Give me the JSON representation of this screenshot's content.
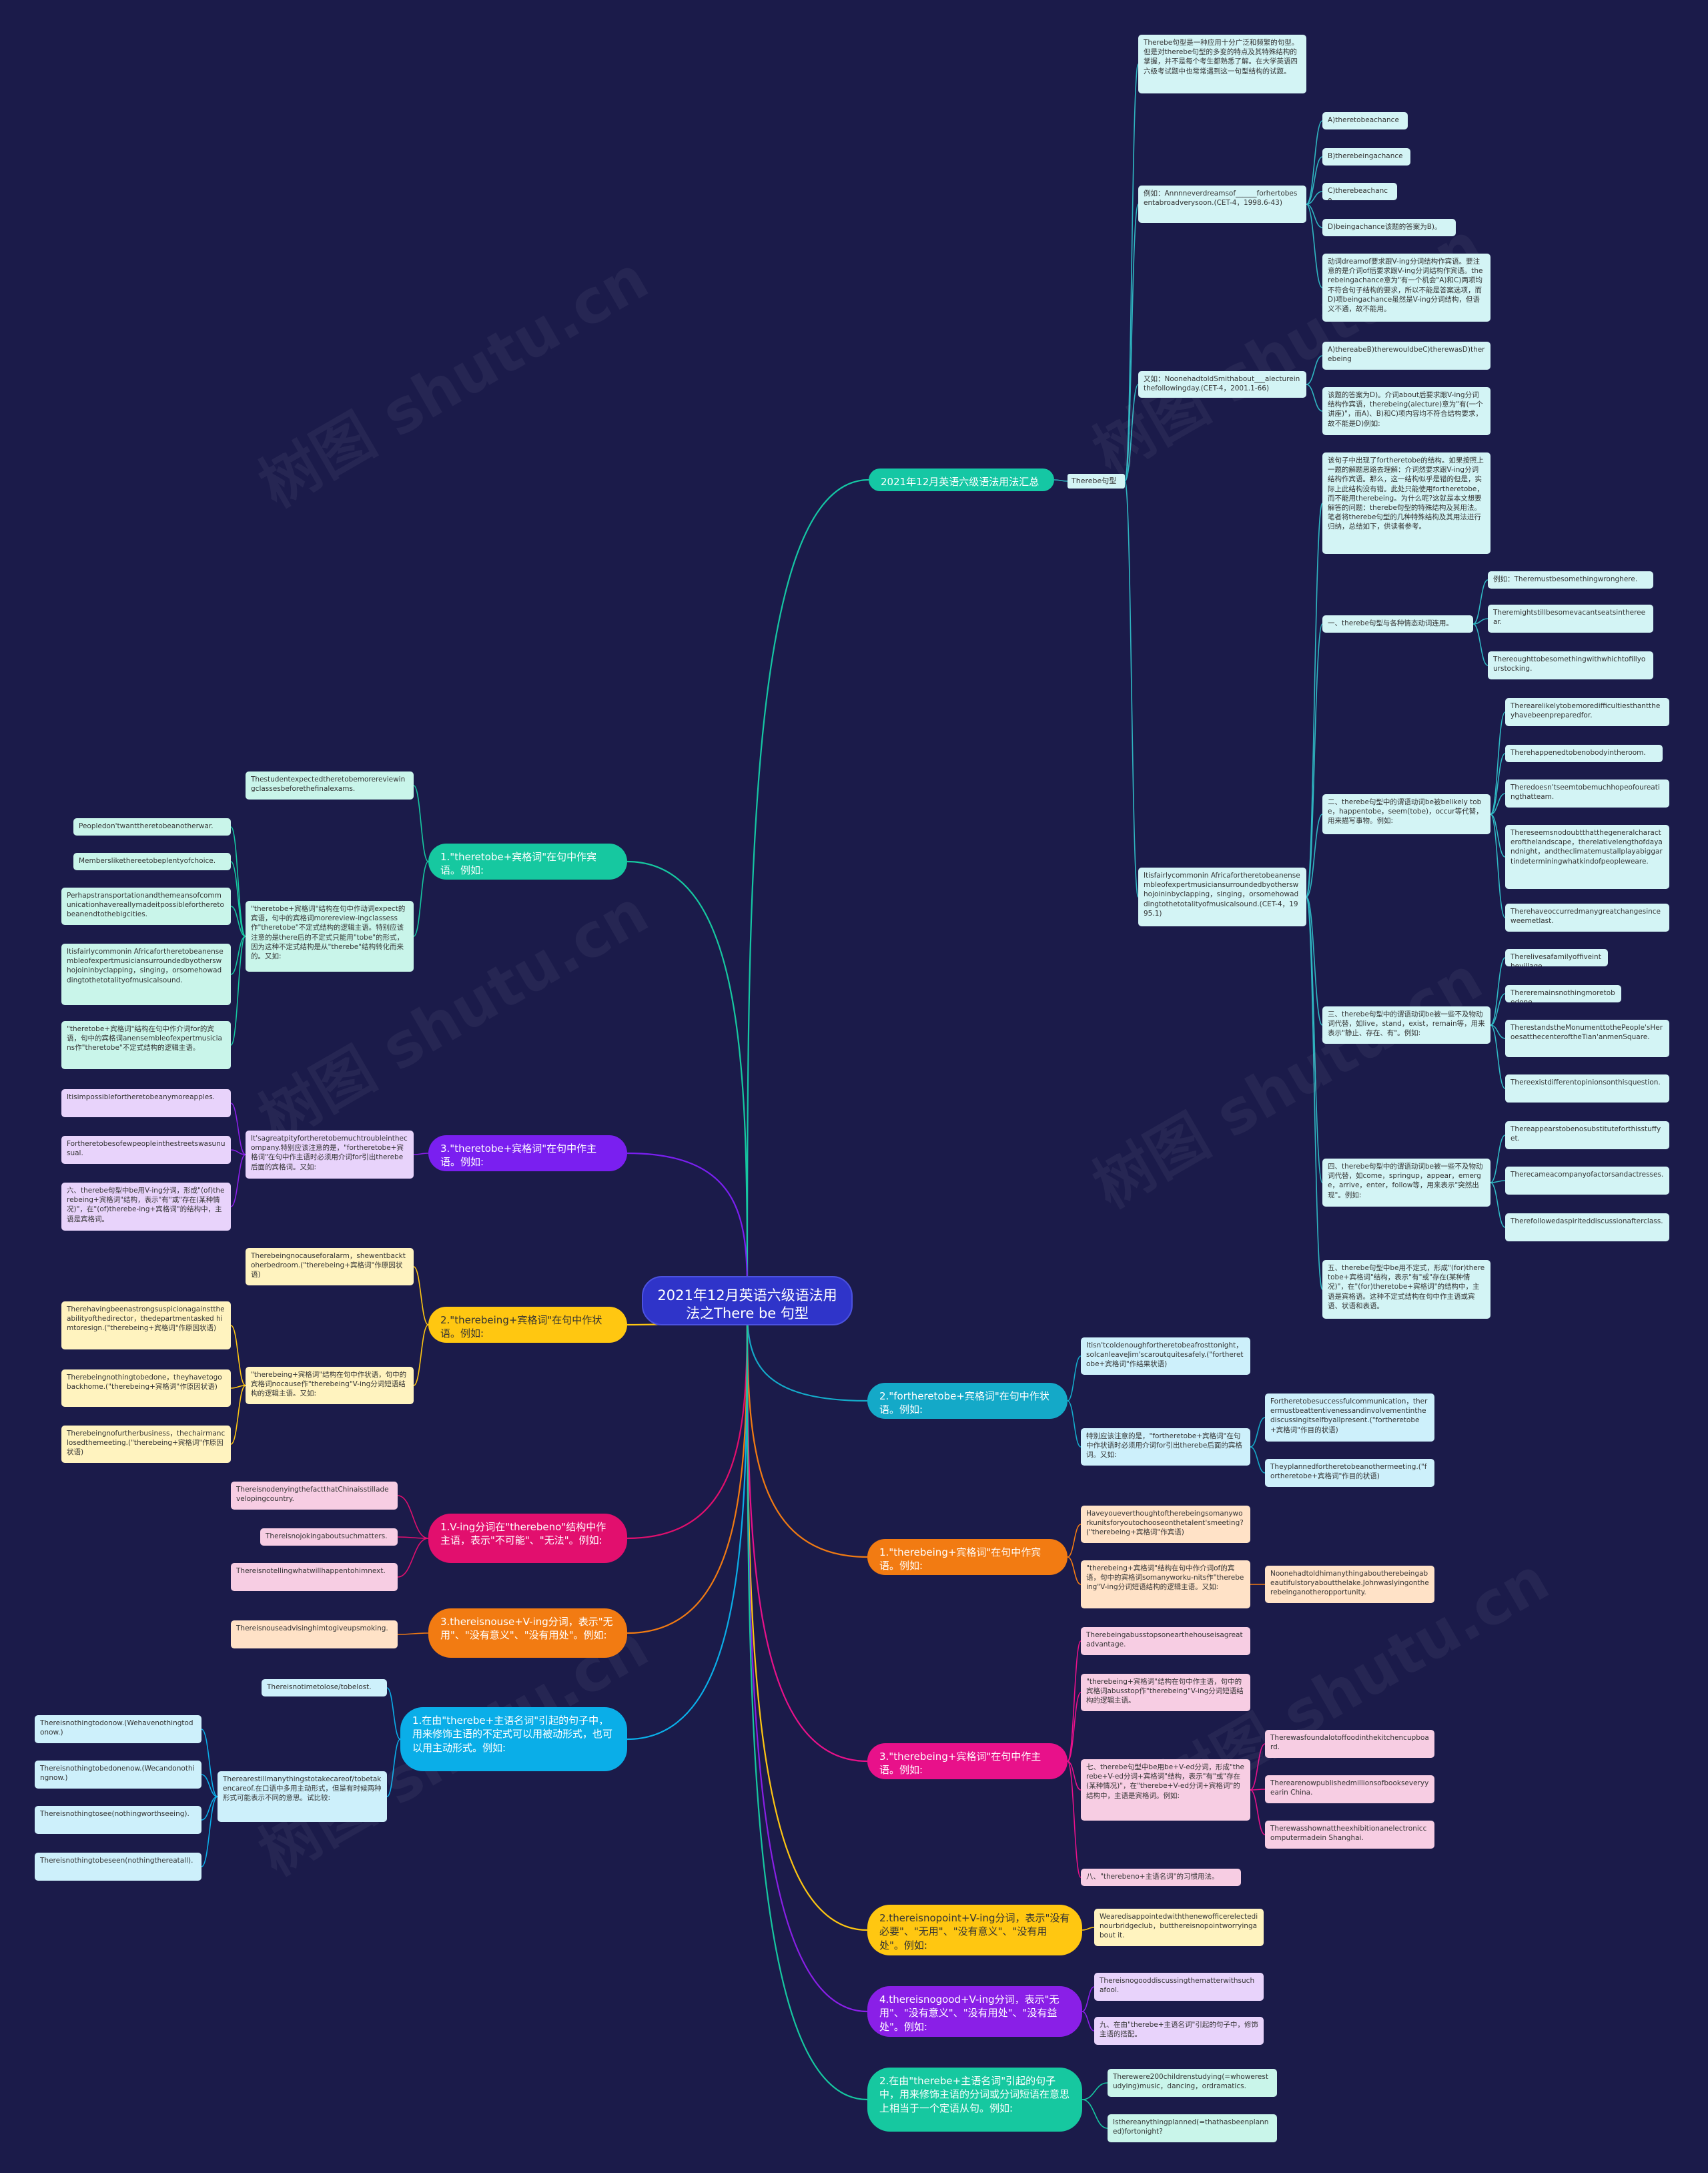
{
  "root": {
    "label": "2021年12月英语六级语法用法之There be 句型"
  },
  "watermark": "树图 shutu.cn",
  "colors": {
    "background": "#1b1b4a",
    "root": "#2f34c9"
  },
  "branches": {
    "summary": "2021年12月英语六级语法用法汇总",
    "tb_object": "1.\"theretobe+宾格词\"在句中作宾语。例如:",
    "tb_subject": "3.\"theretobe+宾格词\"在句中作主语。例如:",
    "being_adverbial": "2.\"therebeing+宾格词\"在句中作状语。例如:",
    "ving_no": "1.V-ing分词在\"therebeno\"结构中作主语，表示\"不可能\"、\"无法\"。例如:",
    "no_use": "3.thereisnouse+V-ing分词，表示\"无用\"、\"没有意义\"、\"没有用处\"。例如:",
    "inf_modifier": "1.在由\"therebe+主语名词\"引起的句子中，用来修饰主语的不定式可以用被动形式，也可以用主动形式。例如:",
    "for_adverbial": "2.\"fortheretobe+宾格词\"在句中作状语。例如:",
    "being_object": "1.\"therebeing+宾格词\"在句中作宾语。例如:",
    "being_subject": "3.\"therebeing+宾格词\"在句中作主语。例如:",
    "no_point": "2.thereisnopoint+V-ing分词，表示\"没有必要\"、\"无用\"、\"没有意义\"、\"没有用处\"。例如:",
    "no_good": "4.thereisnogood+V-ing分词，表示\"无用\"、\"没有意义\"、\"没有用处\"、\"没有益处\"。例如:",
    "participle": "2.在由\"therebe+主语名词\"引起的句子中，用来修饰主语的分词或分词短语在意思上相当于一个定语从句。例如:"
  },
  "summary_nodes": {
    "tag": "Therebe句型",
    "intro": "Therebe句型是一种应用十分广泛和频繁的句型。但是对therebe句型的多变的特点及其特殊结构的掌握，并不是每个考生都熟悉了解。在大学英语四六级考试题中也常常遇到这一句型结构的试题。",
    "ex1": "例如：Annnneverdreamsof______forhertobesentabroadverysoon.(CET-4，1998.6-43)",
    "ex1_a": "A)theretobeachance",
    "ex1_b": "B)therebeingachance",
    "ex1_c": "C)therebeachance",
    "ex1_d": "D)beingachance该题的答案为B)。",
    "ex1_expl": "动词dreamof要求跟V-ing分词结构作宾语。要注意的是介词of后要求跟V-ing分词结构作宾语。therebeingachance意为\"有一个机会\"A)和C)两项均不符合句子结构的要求，所以不能是答案选项，而D)项beingachance虽然是V-ing分词结构，但语义不通，故不能用。",
    "ex2": "又如：NoonehadtoldSmithabout___alectureinthefollowingday.(CET-4，2001.1-66)",
    "ex2_opts": "A)thereabeB)therewouldbeC)therewasD)therebeing",
    "ex2_expl": "该题的答案为D)。介词about后要求跟V-ing分词结构作宾语，therebeing(alecture)意为\"有(一个讲座)\"，而A)、B)和C)项内容均不符合结构要求，故不能是D)例如:",
    "ex3_intro": "该句子中出现了fortheretobe的结构。如果按照上一题的解题思路去理解：介词然要求跟V-ing分词结构作宾语。那么，这一结构似乎是错的但是，实际上此结构没有错。此处只能使用fortheretobe，而不能用therebeing。为什么呢?这就是本文想要解答的问题：therebe句型的特殊结构及其用法。笔者将therebe句型的几种特殊结构及其用法进行归纳，总结如下，供读者参考。",
    "ex3": "Itisfairlycommonin Africafortheretobeanensembleofexpertmusiciansurroundedbyotherswhojoininbyclapping，singing，orsomehowaddingtothetotalityofmusicalsound.(CET-4，1995.1)",
    "s1": "一、therebe句型与各种情态动词连用。",
    "s1_a": "例如：Theremustbesomethingwronghere.",
    "s1_b": "Theremightstillbesomevacantseatsinthereear.",
    "s1_c": "Thereoughttobesomethingwithwhichtofillyourstocking.",
    "s2": "二、therebe句型中的谓语动词be被belikely tobe，happentobe，seem(tobe)，occur等代替，用来描写事物。例如:",
    "s2_a": "Therearelikelytobemoredifficultiesthanttheyhavebeenpreparedfor.",
    "s2_b": "Therehappenedtobenobodyintheroom.",
    "s2_c": "Theredoesn'tseemtobemuchhopeofoureatingthatteam.",
    "s2_d": "Thereseemsnodoubtthatthegeneralcharacterofthelandscape，therelativelengthofdayandnight，andtheclimatemustallplayabiggartindeterminingwhatkindofpeopleweare.",
    "s2_e": "Therehaveoccurredmanygreatchangesinceweemetlast.",
    "s3": "三、therebe句型中的谓语动词be被一些不及物动词代替，如live，stand，exist，remain等，用来表示\"静止、存在、有\"。例如:",
    "s3_a": "Therelivesafamilyoffiveinthevillage.",
    "s3_b": "Thereremainsnothingmoretobedone.",
    "s3_c": "TherestandstheMonumenttothePeople'sHeroesatthecenteroftheTian'anmenSquare.",
    "s3_d": "Thereexistdifferentopinionsonthisquestion.",
    "s4": "四、therebe句型中的谓语动词be被一些不及物动词代替，如come，springup，appear，emerge，arrive，enter，follow等，用来表示\"突然出现\"。例如:",
    "s4_a": "Thereappearstobenosubstituteforthisstuffyet.",
    "s4_b": "Therecameacompanyofactorsandactresses.",
    "s4_c": "Therefollowedaspiriteddiscussionafterclass.",
    "s5": "五、therebe句型中be用不定式，形成\"(for)theretobe+宾格词\"结构，表示\"有\"或\"存在(某种情况)\"，在\"(for)theretobe+宾格词\"的结构中，主语是宾格语。这种不定式结构在句中作主语或宾语、状语和表语。"
  },
  "tb_object_nodes": {
    "a": "Thestudentexpectedtheretobemorereviewingclassesbeforethefinalexams.",
    "expl": "\"theretobe+宾格词\"结构在句中作动词expect的宾语，句中的宾格词morereview-ingclassess作\"theretobe\"不定式结构的逻辑主语。特别应该注意的是there后的不定式只能用\"tobe\"的形式，因为这种不定式结构是从\"therebe\"结构转化而来的。又如:",
    "b": "Peopledon'twanttheretobeanotherwar.",
    "c": "Memberslikethereetobeplentyofchoice.",
    "d": "Perhapstransportationandthemeansofcommunicationhavereallymadeitpossiblefortheretobeanendtothebigcities.",
    "e": "Itisfairlycommonin Africafortheretobeanensembleofexpertmusiciansurroundedbyotherswhojoininbyclapping，singing，orsomehowaddingtothetotalityofmusicalsound.",
    "f": "\"theretobe+宾格词\"结构在句中作介词for的宾语，句中的宾格词anensembleofexpertmusicians作\"theretobe\"不定式结构的逻辑主语。"
  },
  "tb_subject_nodes": {
    "expl": "It'sagreatpityfortheretobemuchtroubleinthecompany.特别应该注意的是，\"fortheretobe+宾格词\"在句中作主语时必须用介词for引出therebe后面的宾格词。又如:",
    "a": "Itisimpossiblefortheretobeanymoreapples.",
    "b": "Fortheretobesofewpeopleinthestreetswasunusual.",
    "c": "六、therebe句型中be用V-ing分词，形成\"(of)therebeing+宾格词\"结构，表示\"有\"或\"存在(某种情况)\"，在\"(of)therebe-ing+宾格词\"的结构中，主语是宾格词。"
  },
  "being_adverbial_nodes": {
    "a": "Therebeingnocauseforalarm，shewentbacktoherbedroom.(\"therebeing+宾格词\"作原因状语)",
    "expl": "\"therebeing+宾格词\"结构在句中作状语，句中的宾格词nocause作\"therebeing\"V-ing分词短语结构的逻辑主语。又如:",
    "b": "Therehavingbeenastrongsuspicionagainsttheabilityofthedirector，thedepartmentasked himtoresign.(\"therebeing+宾格词\"作原因状语)",
    "c": "Therebeingnothingtobedone，theyhavetogobackhome.(\"therebeing+宾格词\"作原因状语)",
    "d": "Therebeingnofurtherbusiness，thechairmanclosedthemeeting.(\"therebeing+宾格词\"作原因状语)"
  },
  "ving_no_nodes": {
    "a": "ThereisnodenyingthefactthatChinaisstilladevelopingcountry.",
    "b": "Thereisnojokingaboutsuchmatters.",
    "c": "Thereisnotellingwhatwillhappentohimnext."
  },
  "no_use_nodes": {
    "a": "Thereisnouseadvisinghimtogiveupsmoking."
  },
  "inf_nodes": {
    "a": "Thereisnotimetolose/tobelost.",
    "expl": "Therearestillmanythingstotakecareof/tobetakencareof.在口语中多用主动形式，但是有时候两种形式可能表示不同的意思。试比较:",
    "b": "Thereisnothingtodonow.(Wehavenothingtodonow.)",
    "c": "Thereisnothingtobedonenow.(Wecandonothingnow.)",
    "d": "Thereisnothingtosee(nothingworthseeing).",
    "e": "Thereisnothingtobeseen(nothingthereatall)."
  },
  "for_adverbial_nodes": {
    "a": "Itisn'tcoldenoughfortheretobeafrosttonight，soIcanleaveJim'scaroutquitesafely.(\"fortheretobe+宾格词\"作结果状语)",
    "expl": "特别应该注意的是，\"fortheretobe+宾格词\"在句中作状语时必须用介词for引出therebe后面的宾格词。又如:",
    "b": "Fortheretobesuccessfulcommunication，therermustbeattentivenessandinvolvementinthediscussingitselfbyallpresent.(\"fortheretobe+宾格词\"作目的状语)",
    "c": "Theyplannedfortheretobeanothermeeting.(\"fortheretobe+宾格词\"作目的状语)"
  },
  "being_object_nodes": {
    "a": "Haveyoueverthoughtoftherebeingsomanyworkunitsforyoutochooseonthetalent'smeeting?(\"therebeing+宾格词\"作宾语)",
    "expl": "\"therebeing+宾格词\"结构在句中作介词of的宾语，句中的宾格词somanyworku-nits作\"therebeing\"V-ing分词短语结构的逻辑主语。又如:",
    "b": "Noonehadtoldhimanythingaboutherebeingabeautifulstoryaboutthelake.Johnwaslyingontherebeinganotheropportunity."
  },
  "being_subject_nodes": {
    "a": "Therebeingabusstopsonearthehouseisagreatadvantage.",
    "expl": "\"therebeing+宾格词\"结构在句中作主语，句中的宾格词abusstop作\"therebeing\"V-ing分词短语结构的逻辑主语。",
    "s7": "七、therebe句型中be用be+V-ed分词，形成\"therebe+V-ed分词+宾格词\"结构，表示\"有\"或\"存在(某种情况)\"，在\"therebe+V-ed分词+宾格词\"的结构中，主语是宾格词。例如:",
    "s7_a": "Therewasfoundalotoffoodinthekitchencupboard.",
    "s7_b": "Therearenowpublishedmillionsofbookseveryyearin China.",
    "s7_c": "Therewasshownattheexhibitionanelectroniccomputermadein Shanghai.",
    "s8": "八、\"therebeno+主语名词\"的习惯用法。"
  },
  "no_point_nodes": {
    "a": "Wearedisappointedwiththenewofficerelectedinourbridgeclub，butthereisnopointworryingabout it."
  },
  "no_good_nodes": {
    "a": "Thereisnogooddiscussingthematterwithsuchafool.",
    "b": "九、在由\"therebe+主语名词\"引起的句子中，修饰主语的搭配。"
  },
  "participle_nodes": {
    "a": "Therewere200childrenstudying(=whowerestudying)music，dancing，ordramatics.",
    "b": "Isthereanythingplanned(=thathasbeenplanned)fortonight?"
  }
}
